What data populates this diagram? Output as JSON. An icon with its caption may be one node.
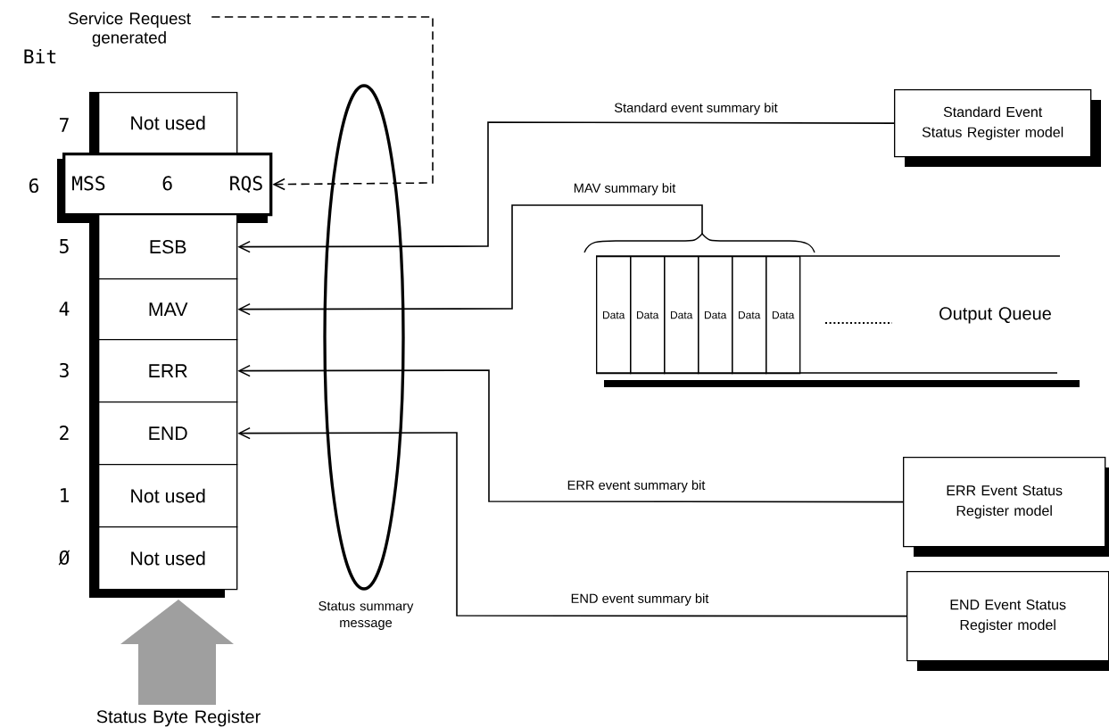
{
  "diagram": {
    "nodes": [
      {
        "text": [
          "Service Request generated"
        ]
      },
      {
        "text": [
          "Not used"
        ]
      },
      {
        "text": [
          "MSS",
          "6",
          "RQS"
        ]
      },
      {
        "text": [
          "ESB"
        ]
      },
      {
        "text": [
          "MAV"
        ]
      },
      {
        "text": [
          "ERR"
        ]
      },
      {
        "text": [
          "END"
        ]
      },
      {
        "text": [
          "Not used"
        ]
      },
      {
        "text": [
          "Not used"
        ]
      },
      {
        "text": [
          "Standard Event Status Register model"
        ]
      },
      {
        "text": [
          "ERR Event Status Register model"
        ]
      },
      {
        "text": [
          "END Event Status Register model"
        ]
      },
      {
        "text": [
          "Output Queue"
        ]
      },
      {
        "text": [
          "Data"
        ],
        "in": 12
      },
      {
        "text": [
          "Data"
        ],
        "in": 12
      },
      {
        "text": [
          "Data"
        ],
        "in": 12
      },
      {
        "text": [
          "Data"
        ],
        "in": 12
      },
      {
        "text": [
          "Data"
        ],
        "in": 12
      },
      {
        "text": [
          "Data"
        ],
        "in": 12
      }
    ],
    "edges": [
      {
        "from": 0,
        "to": 2,
        "arrow": "to",
        "style": "dashed"
      },
      {
        "from": 9,
        "to": 3,
        "arrow": "to",
        "label": "Standard event summary bit"
      },
      {
        "from": 12,
        "to": 4,
        "arrow": "to",
        "label": "MAV summary bit"
      },
      {
        "from": 10,
        "to": 5,
        "arrow": "to",
        "label": "ERR event summary bit"
      },
      {
        "from": 11,
        "to": 6,
        "arrow": "to",
        "label": "END event summary bit"
      }
    ],
    "labels": [
      "Bit",
      "7",
      "6",
      "5",
      "4",
      "3",
      "2",
      "1",
      "Ø",
      "Status summary message",
      "Status Byte Register"
    ]
  }
}
